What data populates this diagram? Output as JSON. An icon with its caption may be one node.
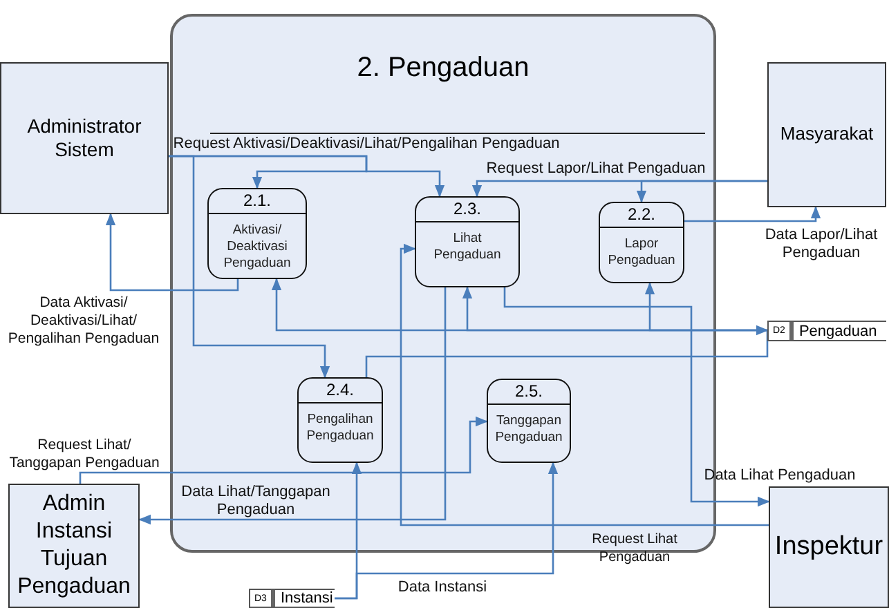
{
  "diagram": {
    "nodes": [
      {
        "text": [
          "Administrator Sistem"
        ]
      },
      {
        "text": [
          "Masyarakat"
        ]
      },
      {
        "text": [
          "2. Pengaduan"
        ]
      },
      {
        "text": [
          "2.1.",
          "Aktivasi/ Deaktivasi Pengaduan"
        ],
        "in": 2
      },
      {
        "text": [
          "2.3.",
          "Lihat Pengaduan"
        ],
        "in": 2
      },
      {
        "text": [
          "2.2.",
          "Lapor Pengaduan"
        ],
        "in": 2
      },
      {
        "text": [
          "2.4.",
          "Pengalihan Pengaduan"
        ],
        "in": 2
      },
      {
        "text": [
          "2.5.",
          "Tanggapan Pengaduan"
        ],
        "in": 2
      },
      {
        "text": [
          "D2",
          "Pengaduan"
        ]
      },
      {
        "text": [
          "Admin Instansi Tujuan Pengaduan"
        ]
      },
      {
        "text": [
          "D3",
          "Instansi"
        ]
      },
      {
        "text": [
          "Inspektur"
        ]
      }
    ],
    "edges": [
      {
        "from": 0,
        "to": 3,
        "arrow": "to",
        "label": "Request Aktivasi/Deaktivasi/Lihat/Pengalihan Pengaduan"
      },
      {
        "from": 0,
        "to": 4,
        "arrow": "to"
      },
      {
        "from": 0,
        "to": 6,
        "arrow": "to"
      },
      {
        "from": 3,
        "to": 0,
        "arrow": "to",
        "label": "Data Aktivasi/ Deaktivasi/Lihat/ Pengalihan Pengaduan"
      },
      {
        "from": 1,
        "to": 4,
        "arrow": "to",
        "label": "Request Lapor/Lihat Pengaduan"
      },
      {
        "from": 1,
        "to": 5,
        "arrow": "to"
      },
      {
        "from": 5,
        "to": 1,
        "arrow": "to",
        "label": "Data Lapor/Lihat Pengaduan"
      },
      {
        "from": 8,
        "to": 3,
        "arrow": "to"
      },
      {
        "from": 8,
        "to": 5,
        "arrow": "to"
      },
      {
        "from": 8,
        "to": 4,
        "arrow": "to"
      },
      {
        "from": 6,
        "to": 8,
        "arrow": "to"
      },
      {
        "from": 9,
        "to": 7,
        "arrow": "to",
        "label": "Request Lihat/ Tanggapan Pengaduan"
      },
      {
        "from": 4,
        "to": 9,
        "arrow": "to",
        "label": "Data Lihat/Tanggapan Pengaduan"
      },
      {
        "from": 10,
        "to": 6,
        "arrow": "to"
      },
      {
        "from": 10,
        "to": 7,
        "arrow": "to",
        "label": "Data Instansi"
      },
      {
        "from": 4,
        "to": 11,
        "arrow": "to",
        "label": "Data Lihat Pengaduan"
      },
      {
        "from": 11,
        "to": 4,
        "arrow": "to",
        "label": "Request Lihat Pengaduan"
      }
    ]
  }
}
